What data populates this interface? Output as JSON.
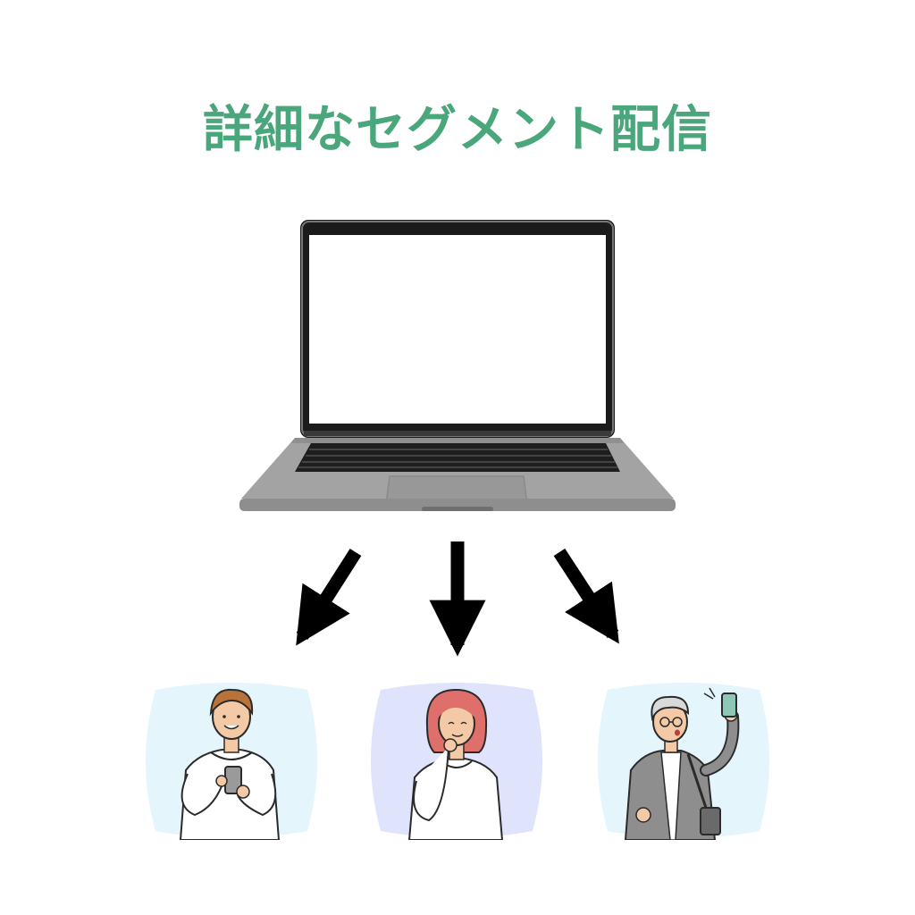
{
  "title": "詳細なセグメント配信",
  "colors": {
    "title": "#4aa77c",
    "laptop_body": "#a3a3a3",
    "laptop_dark": "#1a1a1a",
    "arrow": "#000000",
    "persona_bg_1": "#e4f5fb",
    "persona_bg_2": "#dfe3fb",
    "persona_bg_3": "#e4f5fb"
  },
  "icons": {
    "device": "laptop-icon",
    "arrows": [
      "arrow-down-left-icon",
      "arrow-down-icon",
      "arrow-down-right-icon"
    ],
    "personas": [
      "young-man-with-phone-illustration",
      "woman-thinking-illustration",
      "senior-man-selfie-illustration"
    ]
  }
}
